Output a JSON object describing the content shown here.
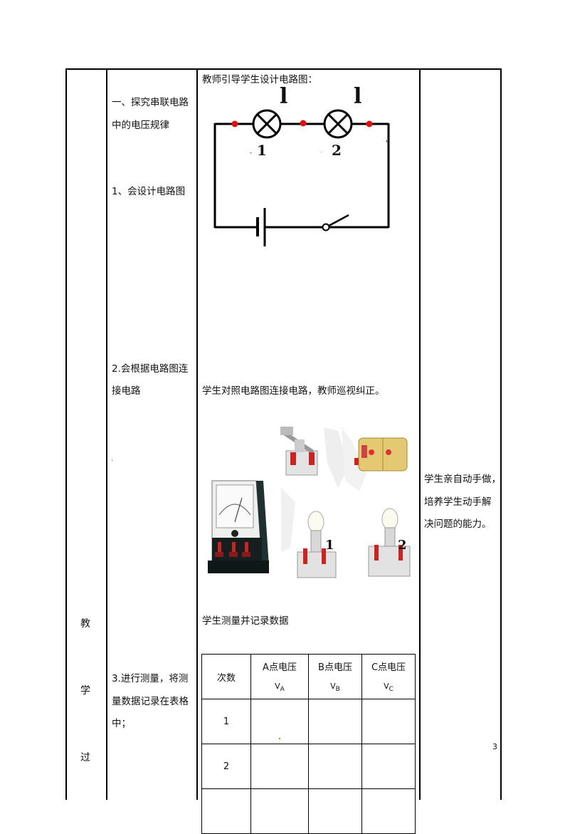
{
  "left_column": {
    "chars": [
      "教",
      "学",
      "过"
    ]
  },
  "steps": {
    "heading_line1": "一、探究串联电路",
    "heading_line2": "中的电压规律",
    "step1": "1、会设计电路图",
    "step2_line1": "2.会根据电路图连",
    "step2_line2": "接电路",
    "dot": "·",
    "step3_line1": "3.进行测量，将测",
    "step3_line2": "量数据记录在表格",
    "step3_line3": "中；"
  },
  "activity": {
    "design_prompt": "教师引导学生设计电路图：",
    "lamp1_top": "l",
    "lamp2_top": "l",
    "lamp1_sub": "1",
    "lamp2_sub": "2",
    "connect_text": "学生对照电路图连接电路，教师巡视纠正。",
    "equip_label1": "1",
    "equip_label2": "2",
    "measure_text": "学生测量并记录数据"
  },
  "table": {
    "header": [
      "次数",
      "A点电压",
      "B点电压",
      "C点电压"
    ],
    "units": [
      {
        "main": "V",
        "sub": "A"
      },
      {
        "main": "V",
        "sub": "B"
      },
      {
        "main": "V",
        "sub": "C"
      }
    ],
    "rows": [
      [
        "1",
        "",
        "",
        ""
      ],
      [
        "2",
        "",
        "",
        ""
      ],
      [
        "",
        "",
        "",
        ""
      ]
    ]
  },
  "right_note": {
    "line1": "学生亲自动手做，",
    "line2": "培养学生动手解",
    "line3": "决问题的能力。"
  },
  "page_number": "3"
}
